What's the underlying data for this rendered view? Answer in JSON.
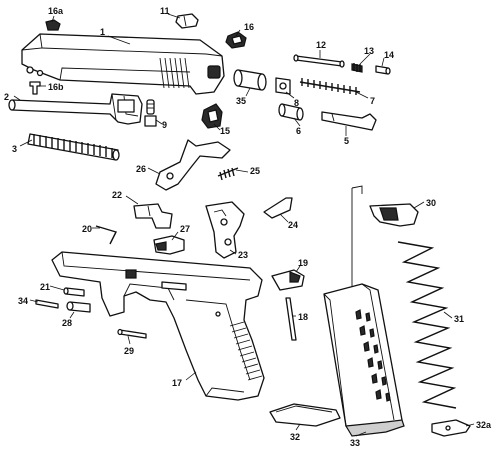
{
  "parts": [
    {
      "key": "p1",
      "label": "1"
    },
    {
      "key": "p2",
      "label": "2"
    },
    {
      "key": "p3",
      "label": "3"
    },
    {
      "key": "p5",
      "label": "5"
    },
    {
      "key": "p6",
      "label": "6"
    },
    {
      "key": "p7",
      "label": "7"
    },
    {
      "key": "p8",
      "label": "8"
    },
    {
      "key": "p9",
      "label": "9"
    },
    {
      "key": "p11",
      "label": "11"
    },
    {
      "key": "p12",
      "label": "12"
    },
    {
      "key": "p13",
      "label": "13"
    },
    {
      "key": "p14",
      "label": "14"
    },
    {
      "key": "p15",
      "label": "15"
    },
    {
      "key": "p16",
      "label": "16"
    },
    {
      "key": "p16a",
      "label": "16a"
    },
    {
      "key": "p16b",
      "label": "16b"
    },
    {
      "key": "p17",
      "label": "17"
    },
    {
      "key": "p18",
      "label": "18"
    },
    {
      "key": "p19",
      "label": "19"
    },
    {
      "key": "p20",
      "label": "20"
    },
    {
      "key": "p21",
      "label": "21"
    },
    {
      "key": "p22",
      "label": "22"
    },
    {
      "key": "p23",
      "label": "23"
    },
    {
      "key": "p24",
      "label": "24"
    },
    {
      "key": "p25",
      "label": "25"
    },
    {
      "key": "p26",
      "label": "26"
    },
    {
      "key": "p27",
      "label": "27"
    },
    {
      "key": "p28",
      "label": "28"
    },
    {
      "key": "p29",
      "label": "29"
    },
    {
      "key": "p30",
      "label": "30"
    },
    {
      "key": "p31",
      "label": "31"
    },
    {
      "key": "p32",
      "label": "32"
    },
    {
      "key": "p32a",
      "label": "32a"
    },
    {
      "key": "p33",
      "label": "33"
    },
    {
      "key": "p34",
      "label": "34"
    },
    {
      "key": "p35",
      "label": "35"
    }
  ]
}
